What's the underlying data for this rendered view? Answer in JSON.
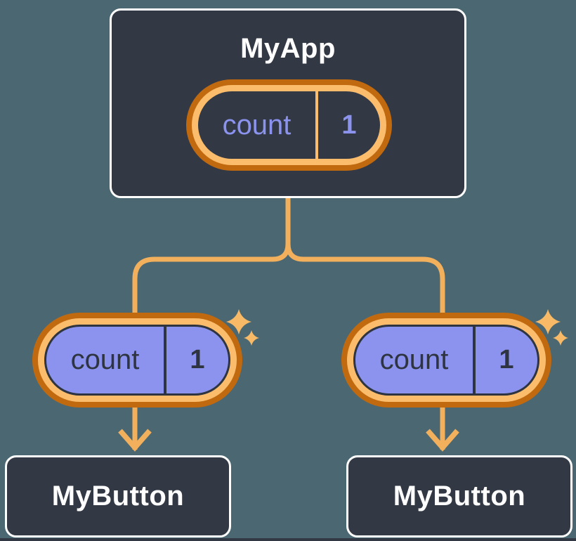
{
  "diagram": {
    "root": {
      "title": "MyApp",
      "state": {
        "name": "count",
        "value": "1"
      }
    },
    "children": [
      {
        "title": "MyButton",
        "state": {
          "name": "count",
          "value": "1"
        }
      },
      {
        "title": "MyButton",
        "state": {
          "name": "count",
          "value": "1"
        }
      }
    ]
  },
  "colors": {
    "background": "#4b6872",
    "node_fill": "#323945",
    "node_border": "#ffffff",
    "ring_outer": "#c1690f",
    "ring_inner": "#fbbd6c",
    "connector": "#f3b05c",
    "sparkle": "#f8ba66",
    "state_purple": "#8b93ee",
    "state_text_dark": "#2e3440"
  }
}
